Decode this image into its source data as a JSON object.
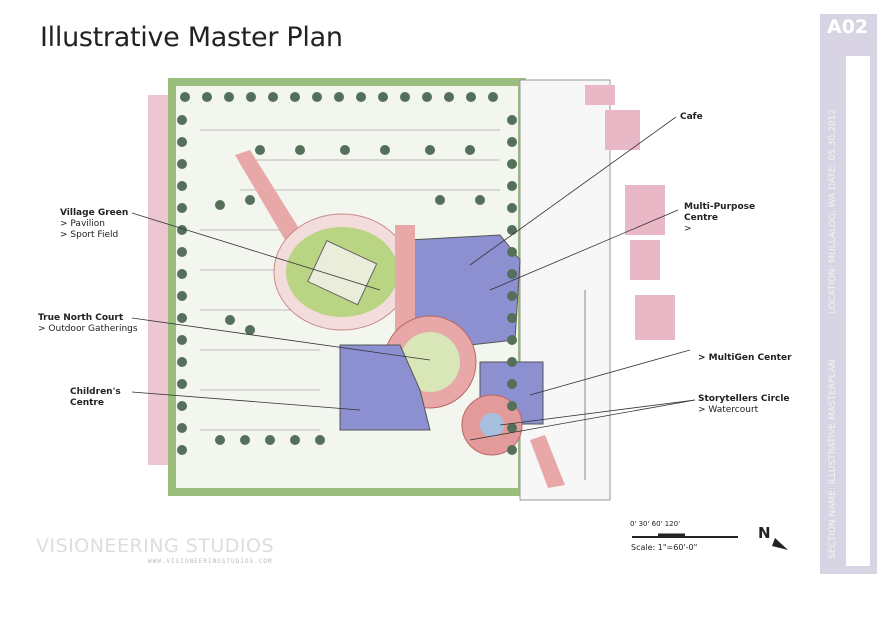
{
  "title": "Illustrative Master Plan",
  "sheet_number": "A02",
  "sidebar": {
    "section_name": "SECTION NAME: ILLUSTRATIVE MASTERPLAN",
    "location": "LOCATION: MULLALOO, WA DATE: 05.30.2012"
  },
  "labels": {
    "village_green": {
      "title": "Village Green",
      "items": [
        "> Pavilion",
        "> Sport Field"
      ]
    },
    "true_north": {
      "title": "True North Court",
      "items": [
        "> Outdoor Gatherings"
      ]
    },
    "childrens": {
      "title": "Children's",
      "title2": "Centre"
    },
    "cafe": {
      "title": "Cafe"
    },
    "multipurpose": {
      "title": "Multi-Purpose",
      "title2": "Centre",
      "items": [
        ">"
      ]
    },
    "multigen": {
      "title": "> MultiGen Center"
    },
    "storytellers": {
      "title": "Storytellers Circle",
      "items": [
        "> Watercourt"
      ]
    }
  },
  "logo": {
    "name": "VISIONEERING STUDIOS",
    "url": "WWW.VISIONEERINGSTUDIOS.COM"
  },
  "scale": {
    "ticks": "0'  30'  60'  120'",
    "text": "Scale: 1\"=60'-0\""
  },
  "north": "N",
  "colors": {
    "building": "#8c8fd0",
    "green": "#cfe0a8",
    "paving": "#e8a8a8",
    "tree": "#55705a",
    "sidebar": "#d9d4e3"
  }
}
